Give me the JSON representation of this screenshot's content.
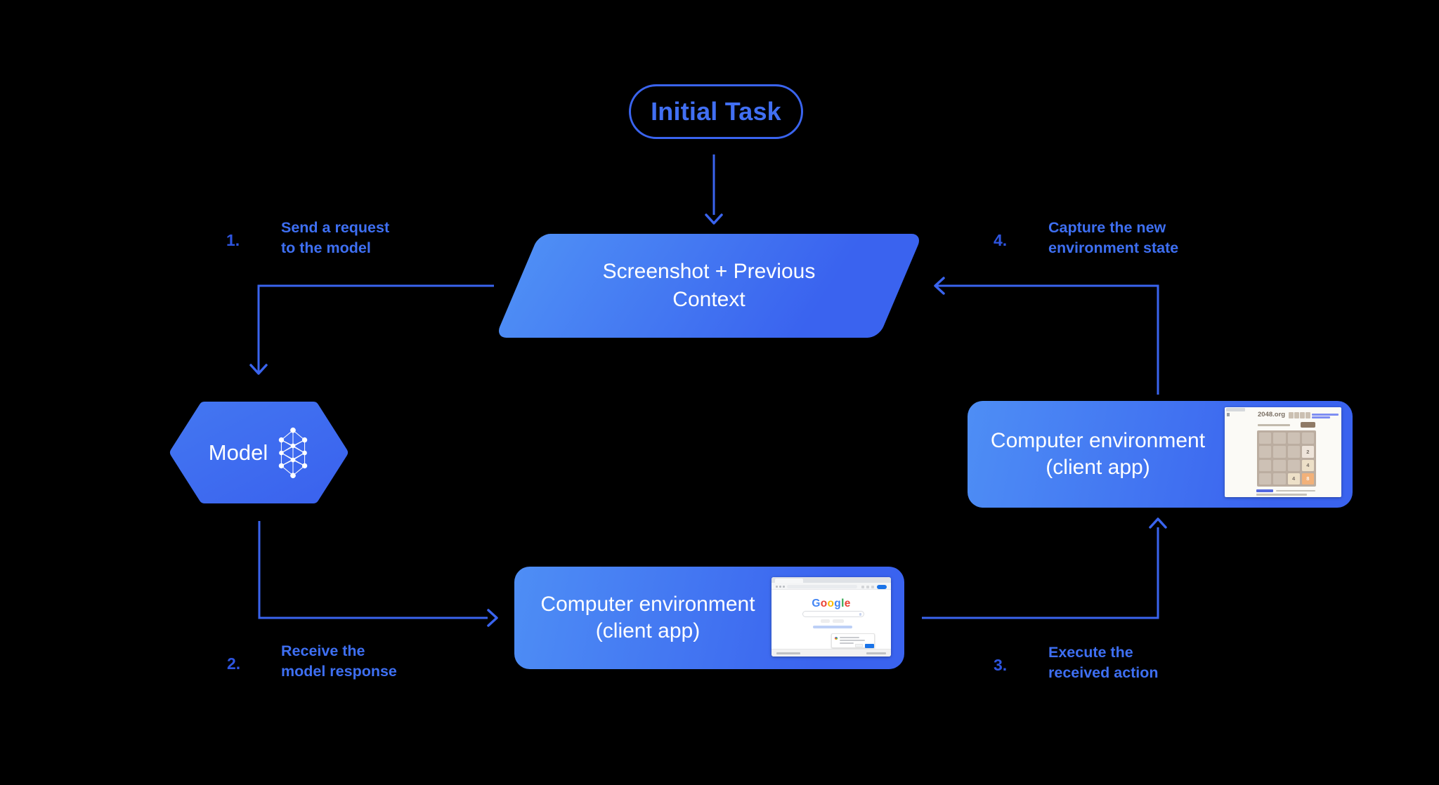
{
  "colors": {
    "bg": "#000000",
    "accent": "#3a64ee",
    "label": "#3e6ff2",
    "number": "#2e55e0",
    "node-text": "#ffffff",
    "grad-start": "#4e8ef5",
    "grad-end": "#3a63ef",
    "hex-start": "#4376f1",
    "hex-end": "#3a62ee",
    "pill-text": "#416ff3"
  },
  "nodes": {
    "initial_task": "Initial Task",
    "screenshot_context": {
      "line1": "Screenshot + Previous",
      "line2": "Context"
    },
    "model": "Model",
    "env_bottom": {
      "line1": "Computer environment",
      "line2": "(client app)"
    },
    "env_right": {
      "line1": "Computer environment",
      "line2": "(client app)"
    }
  },
  "steps": [
    {
      "number": "1.",
      "line1": "Send a request",
      "line2": "to the model"
    },
    {
      "number": "2.",
      "line1": "Receive the",
      "line2": "model response"
    },
    {
      "number": "3.",
      "line1": "Execute the",
      "line2": "received action"
    },
    {
      "number": "4.",
      "line1": "Capture the new",
      "line2": "environment state"
    }
  ],
  "minis": {
    "google": {
      "logo_letters": [
        "G",
        "o",
        "o",
        "g",
        "l",
        "e"
      ]
    },
    "game2048": {
      "title": "2048.org",
      "tiles": [
        "2",
        "4",
        "4",
        "8"
      ]
    }
  }
}
